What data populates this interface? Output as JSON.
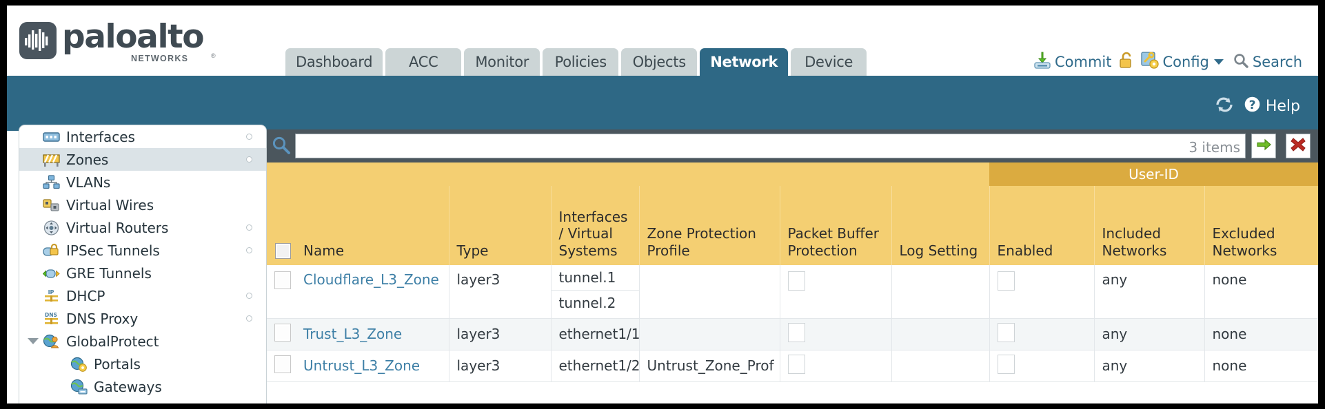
{
  "brand": {
    "name": "paloalto",
    "subtitle": "NETWORKS",
    "registered": "®"
  },
  "nav_tabs": [
    {
      "label": "Dashboard",
      "active": false
    },
    {
      "label": "ACC",
      "active": false
    },
    {
      "label": "Monitor",
      "active": false
    },
    {
      "label": "Policies",
      "active": false
    },
    {
      "label": "Objects",
      "active": false
    },
    {
      "label": "Network",
      "active": true
    },
    {
      "label": "Device",
      "active": false
    }
  ],
  "toolbar": {
    "commit_label": "Commit",
    "commit_icon": "commit-download-icon",
    "lock_icon": "padlock-icon",
    "config_label": "Config",
    "config_icon": "config-wrench-icon",
    "config_caret": "chevron-down-icon",
    "search_label": "Search",
    "search_icon": "magnifier-icon"
  },
  "band": {
    "refresh_icon": "refresh-icon",
    "help_label": "Help",
    "help_icon": "help-question-icon"
  },
  "sidebar": {
    "items": [
      {
        "label": "Interfaces",
        "icon": "interfaces-icon",
        "selected": false,
        "dot": true,
        "child": false,
        "expander": false
      },
      {
        "label": "Zones",
        "icon": "zones-icon",
        "selected": true,
        "dot": true,
        "child": false,
        "expander": false
      },
      {
        "label": "VLANs",
        "icon": "vlans-icon",
        "selected": false,
        "dot": false,
        "child": false,
        "expander": false
      },
      {
        "label": "Virtual Wires",
        "icon": "virtual-wires-icon",
        "selected": false,
        "dot": false,
        "child": false,
        "expander": false
      },
      {
        "label": "Virtual Routers",
        "icon": "virtual-routers-icon",
        "selected": false,
        "dot": true,
        "child": false,
        "expander": false
      },
      {
        "label": "IPSec Tunnels",
        "icon": "ipsec-tunnels-icon",
        "selected": false,
        "dot": true,
        "child": false,
        "expander": false
      },
      {
        "label": "GRE Tunnels",
        "icon": "gre-tunnels-icon",
        "selected": false,
        "dot": false,
        "child": false,
        "expander": false
      },
      {
        "label": "DHCP",
        "icon": "dhcp-icon",
        "selected": false,
        "dot": true,
        "child": false,
        "expander": false
      },
      {
        "label": "DNS Proxy",
        "icon": "dns-proxy-icon",
        "selected": false,
        "dot": true,
        "child": false,
        "expander": false
      },
      {
        "label": "GlobalProtect",
        "icon": "globalprotect-icon",
        "selected": false,
        "dot": false,
        "child": false,
        "expander": true
      },
      {
        "label": "Portals",
        "icon": "portals-icon",
        "selected": false,
        "dot": false,
        "child": true,
        "expander": false
      },
      {
        "label": "Gateways",
        "icon": "gateways-icon",
        "selected": false,
        "dot": false,
        "child": true,
        "expander": false
      }
    ]
  },
  "search": {
    "value": "",
    "placeholder": "",
    "item_count": "3 items",
    "icon": "magnifier-icon",
    "apply_icon": "green-arrow-icon",
    "clear_icon": "red-x-icon"
  },
  "table": {
    "group_header": "User-ID",
    "columns": [
      "Name",
      "Type",
      "Interfaces / Virtual Systems",
      "Zone Protection Profile",
      "Packet Buffer Protection",
      "Log Setting",
      "Enabled",
      "Included Networks",
      "Excluded Networks"
    ],
    "rows": [
      {
        "name": "Cloudflare_L3_Zone",
        "type": "layer3",
        "interfaces": [
          "tunnel.1",
          "tunnel.2"
        ],
        "zone_protection_profile": "",
        "packet_buffer_protection": false,
        "log_setting": "",
        "userid_enabled": false,
        "included_networks": "any",
        "excluded_networks": "none"
      },
      {
        "name": "Trust_L3_Zone",
        "type": "layer3",
        "interfaces": [
          "ethernet1/1"
        ],
        "zone_protection_profile": "",
        "packet_buffer_protection": false,
        "log_setting": "",
        "userid_enabled": false,
        "included_networks": "any",
        "excluded_networks": "none"
      },
      {
        "name": "Untrust_L3_Zone",
        "type": "layer3",
        "interfaces": [
          "ethernet1/2"
        ],
        "zone_protection_profile": "Untrust_Zone_Prof",
        "packet_buffer_protection": false,
        "log_setting": "",
        "userid_enabled": false,
        "included_networks": "any",
        "excluded_networks": "none"
      }
    ]
  },
  "colors": {
    "band_blue": "#2e6885",
    "tab_inactive": "#ccd5d6",
    "header_amber": "#f4cf72",
    "group_amber": "#dbab40",
    "link_blue": "#3d7fa6",
    "search_bar": "#4b565d"
  }
}
